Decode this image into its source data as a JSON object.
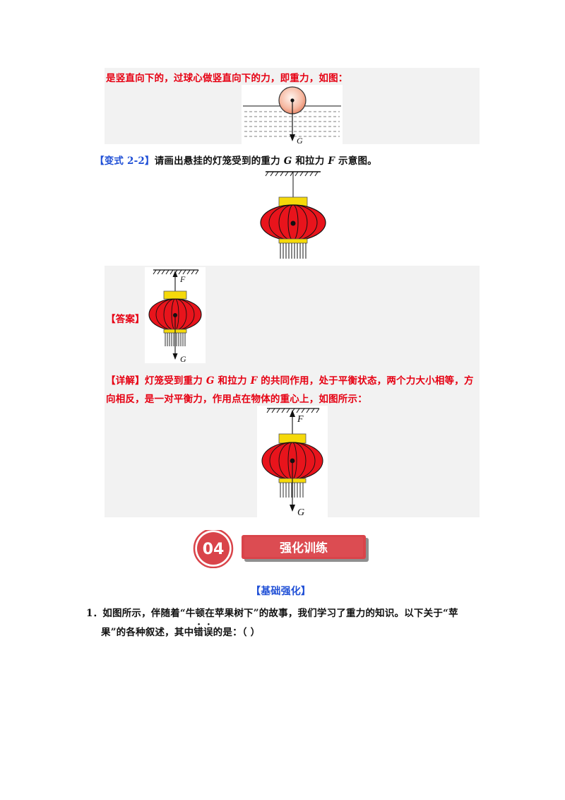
{
  "block1": {
    "text": "是竖直向下的，过球心做竖直向下的力，即重力，如图："
  },
  "labels": {
    "G": "G",
    "F": "F"
  },
  "variant": {
    "tag": "【变式 2-2】",
    "text_a": "请画出悬挂的灯笼受到的重力 ",
    "G": "G",
    "text_b": " 和拉力 ",
    "F": "F",
    "text_c": " 示意图。"
  },
  "answer": {
    "tag": "【答案】"
  },
  "detail": {
    "tag": "【详解】",
    "line1_a": "灯笼受到重力 ",
    "G": "G",
    "line1_b": " 和拉力 ",
    "F": "F",
    "line1_c": " 的共同作用，处于平衡状态，两个力大小相等，方",
    "line2": "向相反，是一对平衡力，作用点在物体的重心上，如图所示："
  },
  "section": {
    "number": "04",
    "title": "强化训练"
  },
  "basic": {
    "heading": "【基础强化】"
  },
  "question1": {
    "number": "1．",
    "line1": "如图所示，伴随着“牛顿在苹果树下”的故事，我们学习了重力的知识。以下关于“苹",
    "line2_a": "果”的各种叙述，其中",
    "emph1": "错",
    "emph2": "误",
    "line2_b": "的是：（    ）"
  },
  "colors": {
    "answer_red": "#e60012",
    "variant_blue": "#1f4fd6",
    "lantern_red": "#e8141c",
    "lantern_gold": "#f5d90a"
  }
}
